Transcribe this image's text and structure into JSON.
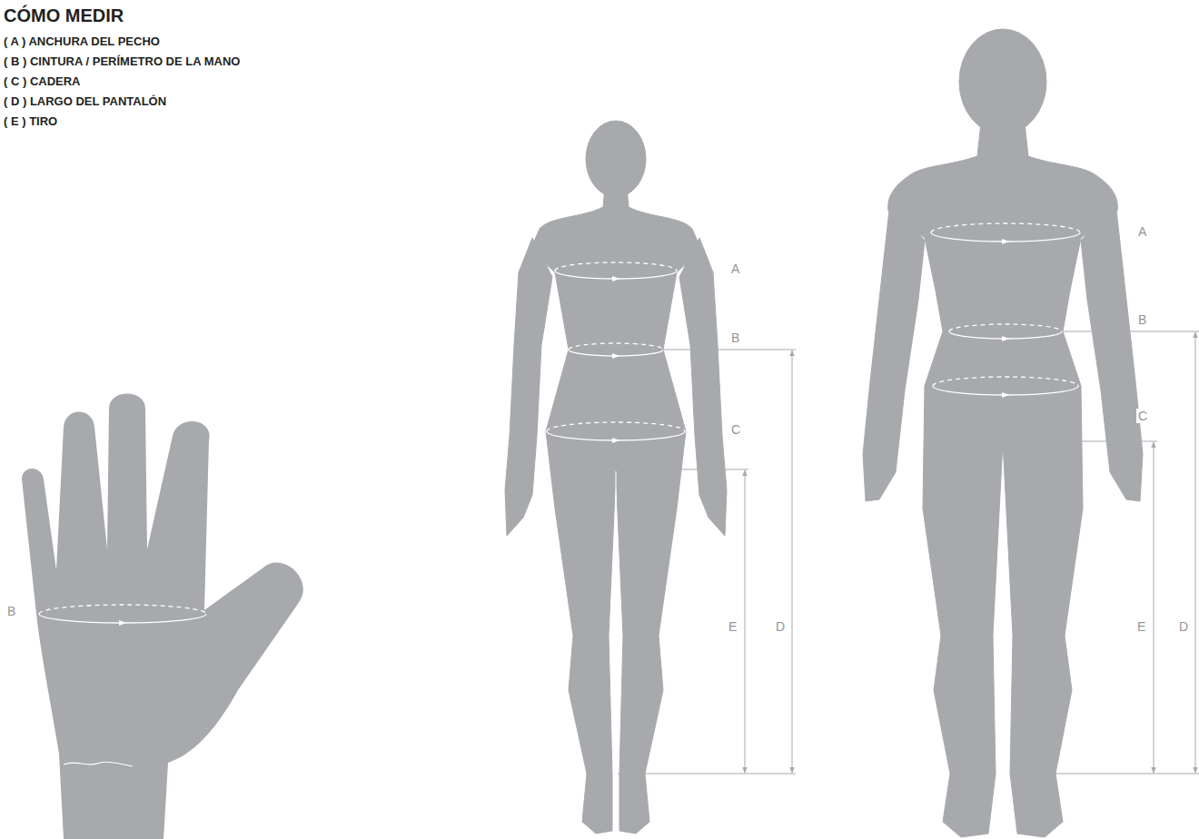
{
  "diagram": {
    "title": "CÓMO MEDIR",
    "labels": [
      "( A ) ANCHURA DEL PECHO",
      "( B ) CINTURA / PERÍMETRO DE LA MANO",
      "( C ) CADERA",
      "( D ) LARGO DEL PANTALÓN",
      "( E ) TIRO",
      "B",
      "A",
      "B",
      "C",
      "E",
      "D",
      "A",
      "B",
      "C",
      "E",
      "D"
    ]
  }
}
